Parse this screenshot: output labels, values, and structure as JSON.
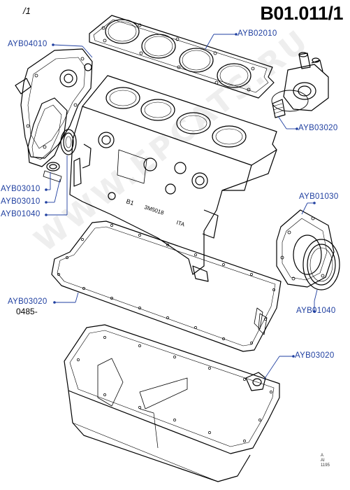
{
  "header": {
    "page_mark": "/1",
    "diagram_code": "B01.011/1"
  },
  "labels": {
    "ayb04010": "AYB04010",
    "ayb02010": "AYB02010",
    "ayb03020_pump": "AYB03020",
    "ayb03010_a": "AYB03010",
    "ayb03010_b": "AYB03010",
    "ayb01040_left": "AYB01040",
    "ayb01030": "AYB01030",
    "ayb03020_sump": "AYB03020",
    "ayb01040_right": "AYB01040",
    "ayb03020_pan": "AYB03020"
  },
  "annotations": {
    "code_0485": "0485-",
    "block_mark_b1": "B1",
    "block_mark_number": "3M5018",
    "block_mark_ita": "ITA"
  },
  "corner_ref": {
    "line1": "A",
    "line2": "AI",
    "line3": "1195"
  },
  "watermark": "WWW.EPCATS.RU",
  "colors": {
    "label_blue": "#1f3fa0",
    "line": "#000000",
    "background": "#ffffff"
  }
}
